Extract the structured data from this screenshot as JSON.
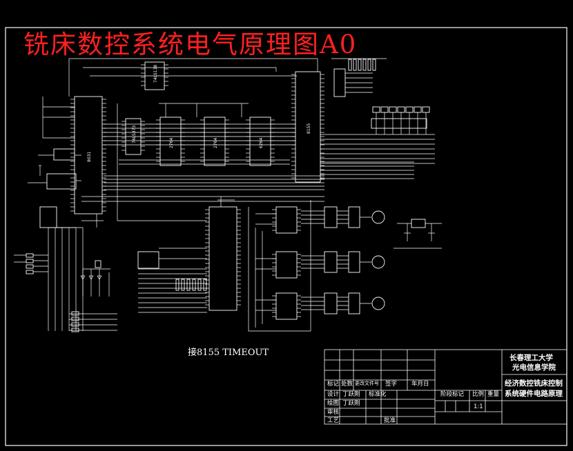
{
  "drawing": {
    "title": "铣床数控系统电气原理图A0",
    "note": "接8155 TIMEOUT"
  },
  "chips": [
    {
      "label": "8155"
    },
    {
      "label": "2764"
    },
    {
      "label": "2764"
    },
    {
      "label": "6264"
    },
    {
      "label": "74LS373"
    },
    {
      "label": "8031"
    },
    {
      "label": "74LS138"
    }
  ],
  "title_block": {
    "school": "长春理工大学",
    "department": "光电信息学院",
    "drawing_name_line1": "经济数控铣床控制",
    "drawing_name_line2": "系统硬件电路原理",
    "headers": {
      "mark": "标记",
      "count": "处数",
      "change_doc": "更改文件号",
      "signature": "签字",
      "date": "年月日",
      "design": "设计",
      "standardization": "标准化",
      "drawing": "绘图",
      "review": "审核",
      "process": "工艺",
      "approve": "批准",
      "stage_mark": "阶段标记",
      "scale": "比例",
      "weight": "重量"
    },
    "designer": "丁跃刚",
    "drafter": "丁跃刚",
    "scale": "1:1"
  }
}
